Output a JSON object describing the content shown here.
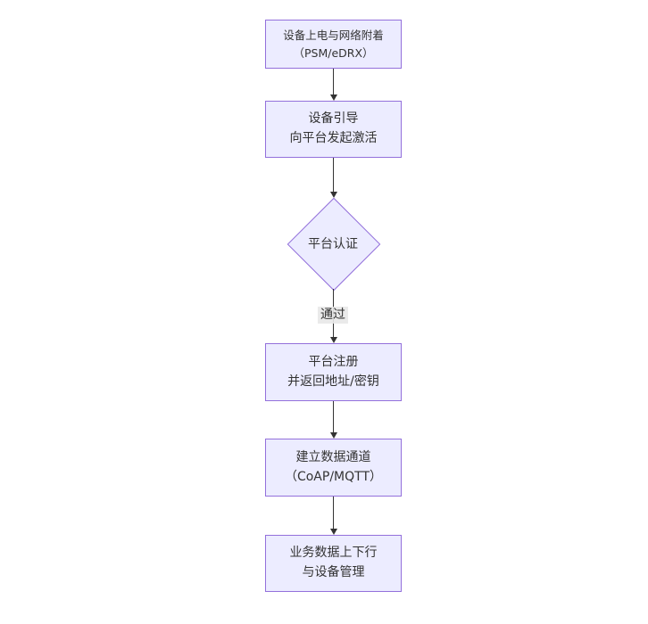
{
  "diagram": {
    "type": "flowchart-vertical",
    "nodes": {
      "power_attach": {
        "shape": "rect",
        "line1": "设备上电与网络附着",
        "line2": "（PSM/eDRX）"
      },
      "bootstrap": {
        "shape": "rect",
        "line1": "设备引导",
        "line2": "向平台发起激活"
      },
      "auth": {
        "shape": "diamond",
        "label": "平台认证"
      },
      "register": {
        "shape": "rect",
        "line1": "平台注册",
        "line2": "并返回地址/密钥"
      },
      "channel": {
        "shape": "rect",
        "line1": "建立数据通道",
        "line2": "（CoAP/MQTT）"
      },
      "business": {
        "shape": "rect",
        "line1": "业务数据上下行",
        "line2": "与设备管理"
      }
    },
    "edges": {
      "pass_label": "通过"
    },
    "colors": {
      "node_fill": "#ECECFF",
      "node_border": "#9370DB",
      "text": "#333333",
      "arrow": "#333333",
      "edge_label_bg": "#E8E8E8",
      "background": "#FFFFFF"
    }
  }
}
